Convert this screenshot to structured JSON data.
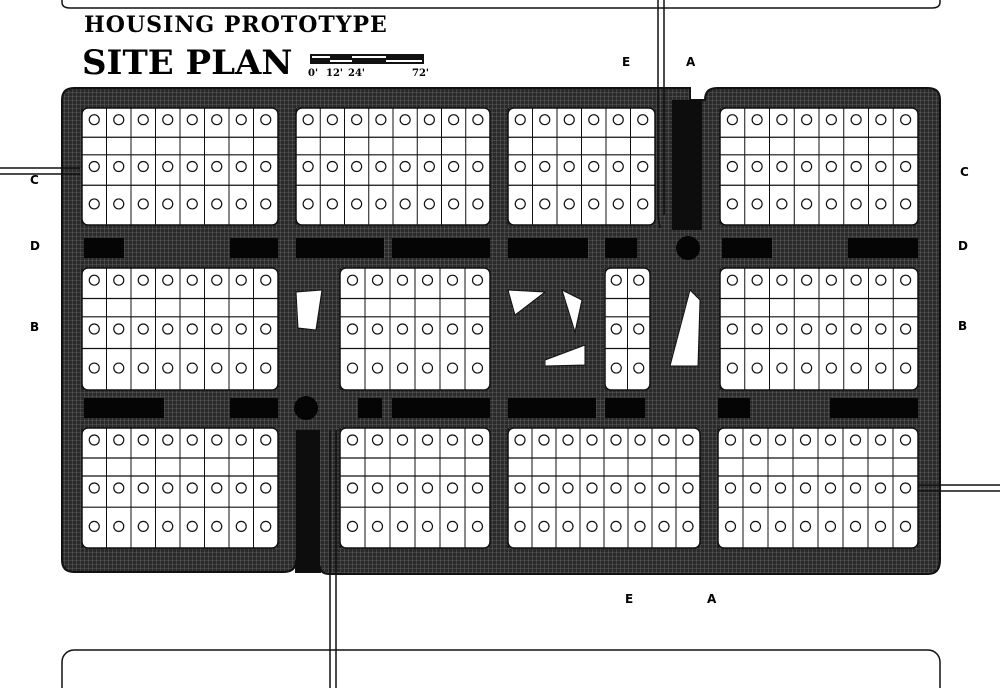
{
  "title": {
    "line1": "HOUSING PROTOTYPE",
    "line2": "SITE PLAN"
  },
  "scale_bar": {
    "ticks": [
      "0'",
      "12'",
      "24'",
      "72'"
    ]
  },
  "section_markers": {
    "top_e": "E",
    "top_a": "A",
    "left_c": "C",
    "left_d": "D",
    "left_b": "B",
    "right_c": "C",
    "right_d": "D",
    "right_b": "B",
    "bottom_e": "E",
    "bottom_a": "A"
  },
  "colors": {
    "ink": "#111111",
    "paper": "#ffffff",
    "site_fill": "#3a3a3a"
  }
}
